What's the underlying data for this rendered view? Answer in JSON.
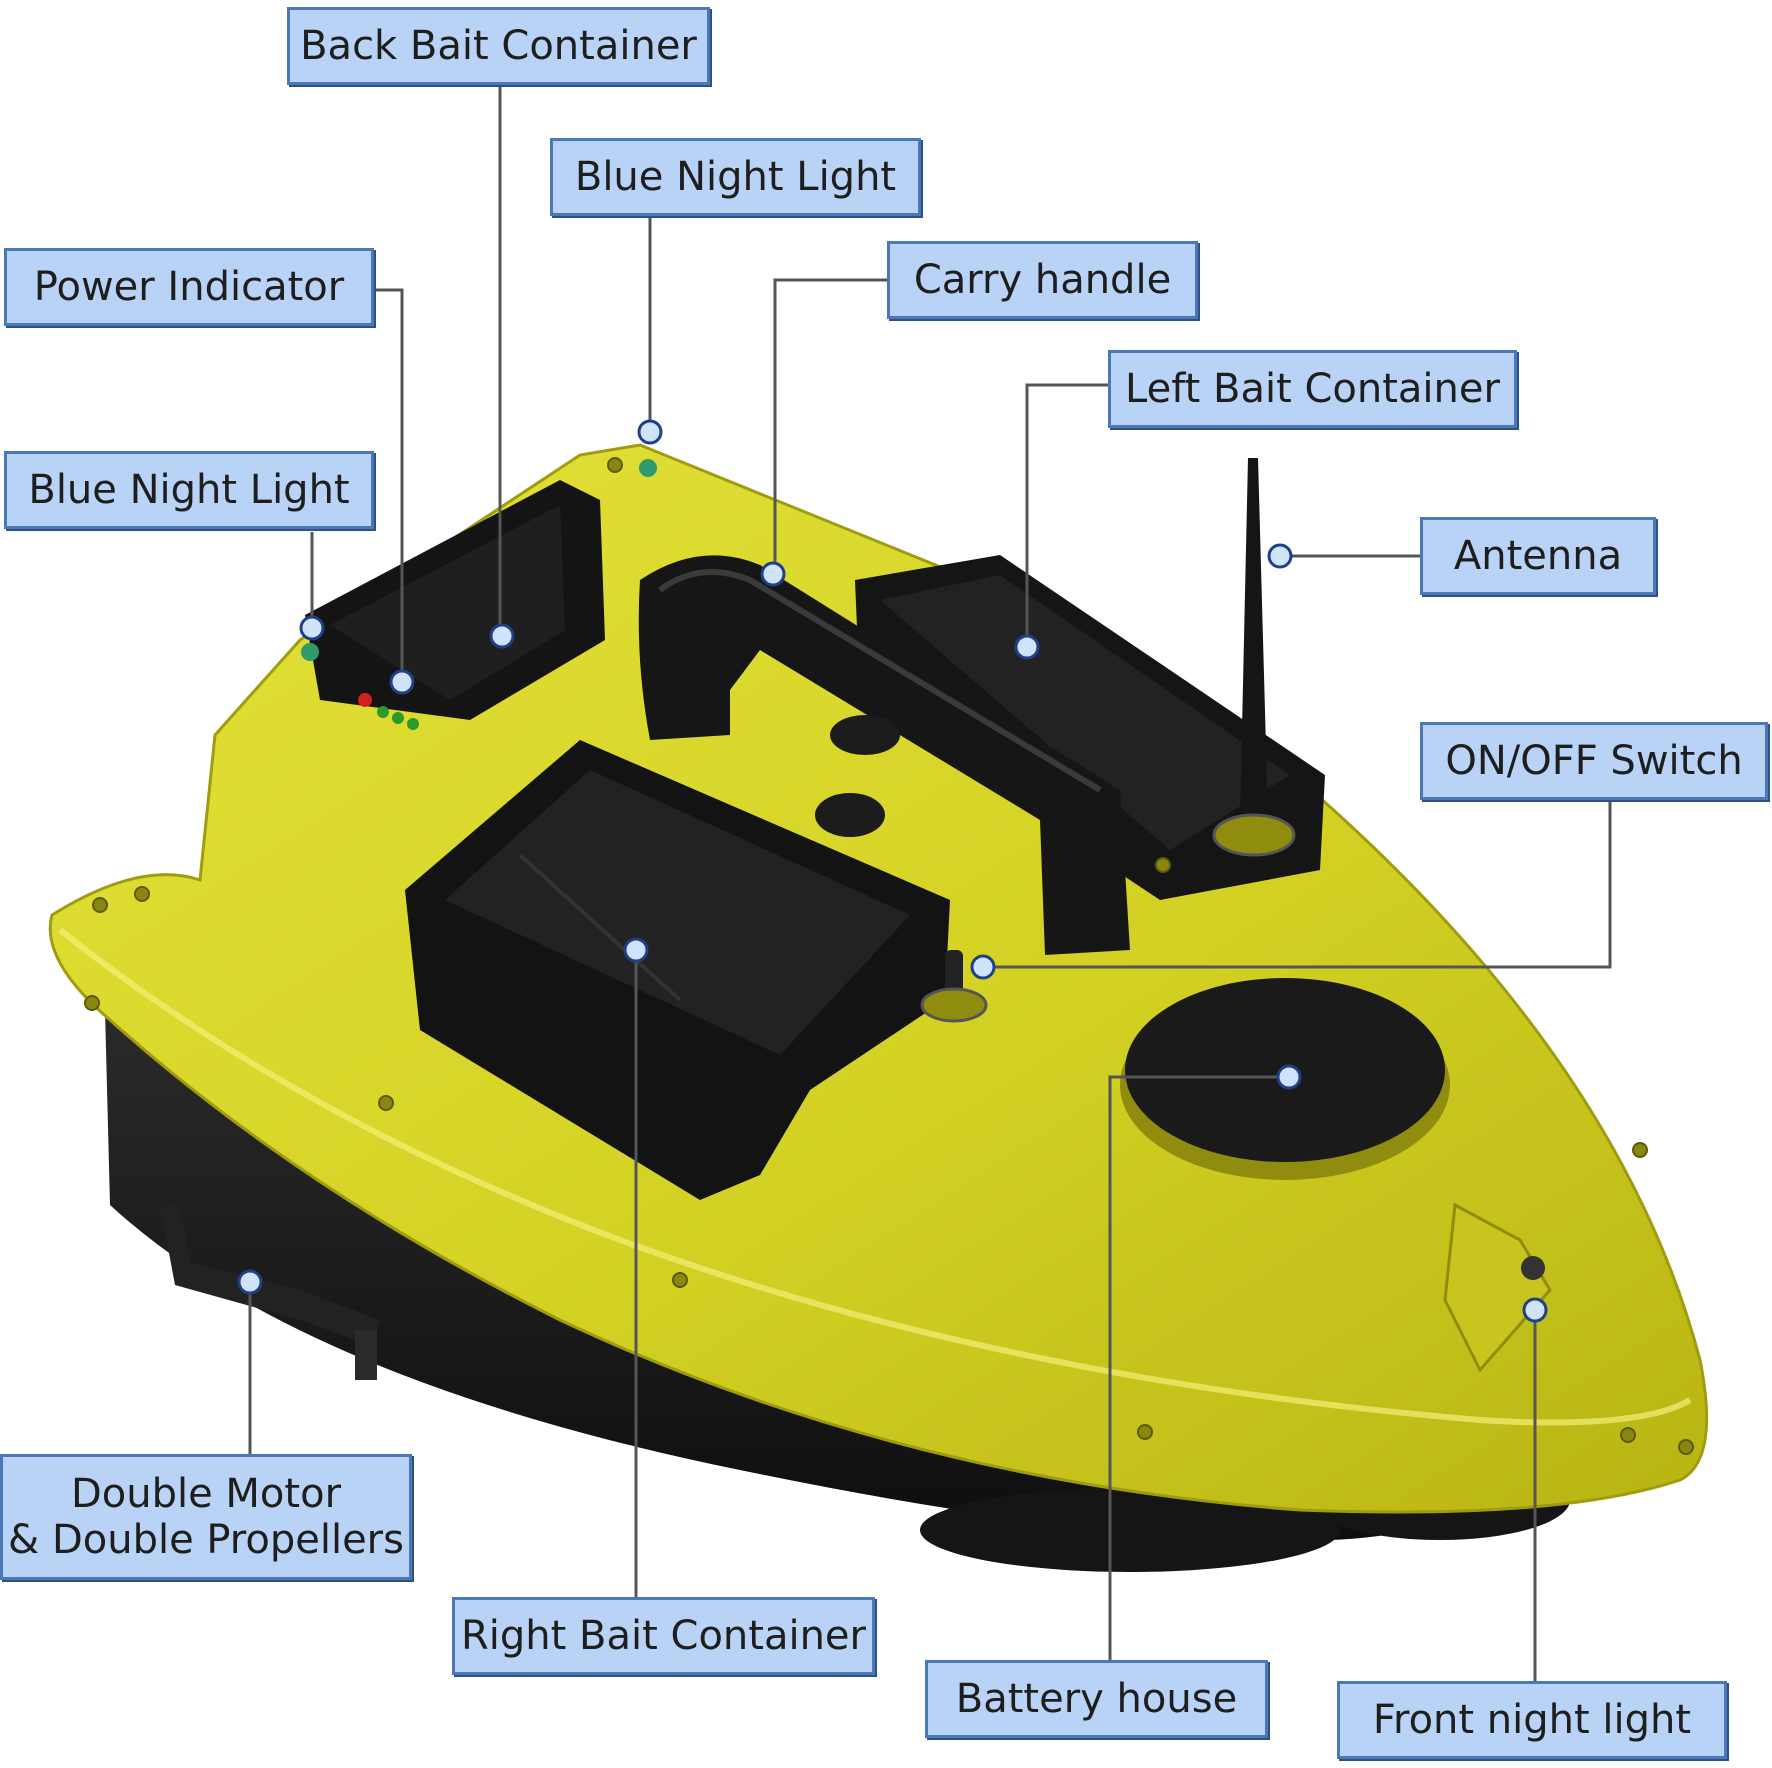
{
  "colors": {
    "label_fill": "#b8d3f5",
    "label_border": "#4b79b8",
    "leader_line": "#555555",
    "marker_fill": "#cfe3fa",
    "marker_ring": "#1f3f87",
    "hull_yellow": "#d8d62a",
    "hull_black": "#1c1c1c"
  },
  "labels": {
    "back_bait_container": "Back Bait Container",
    "blue_night_light_top": "Blue Night Light",
    "power_indicator": "Power Indicator",
    "blue_night_light_left": "Blue Night Light",
    "carry_handle": "Carry handle",
    "left_bait_container": "Left Bait Container",
    "antenna": "Antenna",
    "on_off_switch": "ON/OFF Switch",
    "double_motor_line1": "Double Motor",
    "double_motor_line2": "& Double Propellers",
    "right_bait_container": "Right Bait Container",
    "battery_house": "Battery house",
    "front_night_light": "Front night light"
  }
}
